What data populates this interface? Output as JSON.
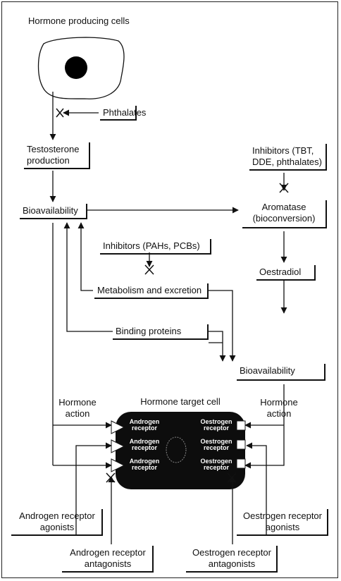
{
  "labels": {
    "hormone_producing_cells": "Hormone producing cells",
    "phthalates": "Phthalates",
    "testosterone_production_1": "Testosterone",
    "testosterone_production_2": "production",
    "inhibitors_tbt_1": "Inhibitors (TBT,",
    "inhibitors_tbt_2": "DDE, phthalates)",
    "bioavailability_left": "Bioavailability",
    "aromatase_1": "Aromatase",
    "aromatase_2": "(bioconversion)",
    "inhibitors_pahs": "Inhibitors (PAHs, PCBs)",
    "metabolism": "Metabolism and excretion",
    "oestradiol": "Oestradiol",
    "binding_proteins": "Binding proteins",
    "bioavailability_right": "Bioavailability",
    "hormone_target_cell": "Hormone target cell",
    "hormone_action_left_1": "Hormone",
    "hormone_action_left_2": "action",
    "hormone_action_right_1": "Hormone",
    "hormone_action_right_2": "action",
    "androgen_agonists_1": "Androgen receptor",
    "androgen_agonists_2": "agonists",
    "oestrogen_agonists_1": "Oestrogen receptor",
    "oestrogen_agonists_2": "agonists",
    "androgen_antagonists_1": "Androgen receptor",
    "androgen_antagonists_2": "antagonists",
    "oestrogen_antagonists_1": "Oestrogen receptor",
    "oestrogen_antagonists_2": "antagonists"
  },
  "cell_receptors": {
    "androgen": [
      {
        "line1": "Androgen",
        "line2": "receptor"
      },
      {
        "line1": "Androgen",
        "line2": "receptor"
      },
      {
        "line1": "Androgen",
        "line2": "receptor"
      }
    ],
    "oestrogen": [
      {
        "line1": "Oestrogen",
        "line2": "receptor"
      },
      {
        "line1": "Oestrogen",
        "line2": "receptor"
      },
      {
        "line1": "Oestrogen",
        "line2": "receptor"
      }
    ]
  },
  "colors": {
    "line": "#111111",
    "cell_fill": "#0d0d0d",
    "cell_text": "#ffffff"
  }
}
